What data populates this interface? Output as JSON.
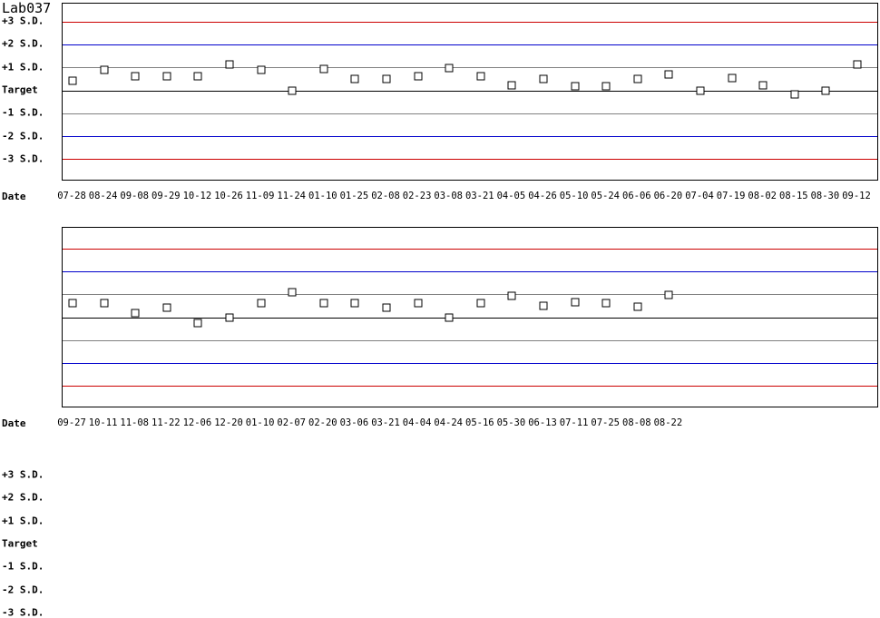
{
  "title": "Lab037",
  "axis": {
    "date_caption": "Date",
    "levels": [
      {
        "label": "+3 S.D.",
        "color": "#cc0000",
        "sd": 3
      },
      {
        "label": "+2 S.D.",
        "color": "#0000cc",
        "sd": 2
      },
      {
        "label": "+1 S.D.",
        "color": "#808080",
        "sd": 1
      },
      {
        "label": "Target",
        "color": "#000000",
        "sd": 0
      },
      {
        "label": "-1 S.D.",
        "color": "#808080",
        "sd": -1
      },
      {
        "label": "-2 S.D.",
        "color": "#0000cc",
        "sd": -2
      },
      {
        "label": "-3 S.D.",
        "color": "#cc0000",
        "sd": -3
      }
    ]
  },
  "chart_data": [
    {
      "type": "scatter",
      "title": "Lab037",
      "xlabel": "Date",
      "ylabel": "S.D.",
      "ylim": [
        -3.8,
        3.8
      ],
      "grid": true,
      "legend": "none",
      "categories": [
        "07-28",
        "08-24",
        "09-08",
        "09-29",
        "10-12",
        "10-26",
        "11-09",
        "11-24",
        "01-10",
        "01-25",
        "02-08",
        "02-23",
        "03-08",
        "03-21",
        "04-05",
        "04-26",
        "05-10",
        "05-24",
        "06-06",
        "06-20",
        "07-04",
        "07-19",
        "08-02",
        "08-15",
        "08-30",
        "09-12"
      ],
      "values": [
        0.42,
        0.92,
        0.65,
        0.65,
        0.65,
        1.15,
        0.92,
        0.0,
        0.96,
        0.5,
        0.5,
        0.65,
        1.0,
        0.62,
        0.23,
        0.5,
        0.19,
        0.19,
        0.5,
        0.73,
        0.0,
        0.54,
        0.23,
        -0.15,
        0.0,
        1.15
      ]
    },
    {
      "type": "scatter",
      "title": "",
      "xlabel": "Date",
      "ylabel": "S.D.",
      "ylim": [
        -3.8,
        3.8
      ],
      "grid": true,
      "legend": "none",
      "categories": [
        "09-27",
        "10-11",
        "11-08",
        "11-22",
        "12-06",
        "12-20",
        "01-10",
        "02-07",
        "02-20",
        "03-06",
        "03-21",
        "04-04",
        "04-24",
        "05-16",
        "05-30",
        "06-13",
        "07-11",
        "07-25",
        "08-08",
        "08-22"
      ],
      "values": [
        0.65,
        0.65,
        0.19,
        0.42,
        -0.23,
        0.0,
        0.65,
        1.12,
        0.65,
        0.65,
        0.42,
        0.65,
        0.0,
        0.65,
        0.96,
        0.5,
        0.69,
        0.65,
        0.46,
        1.0
      ]
    }
  ]
}
